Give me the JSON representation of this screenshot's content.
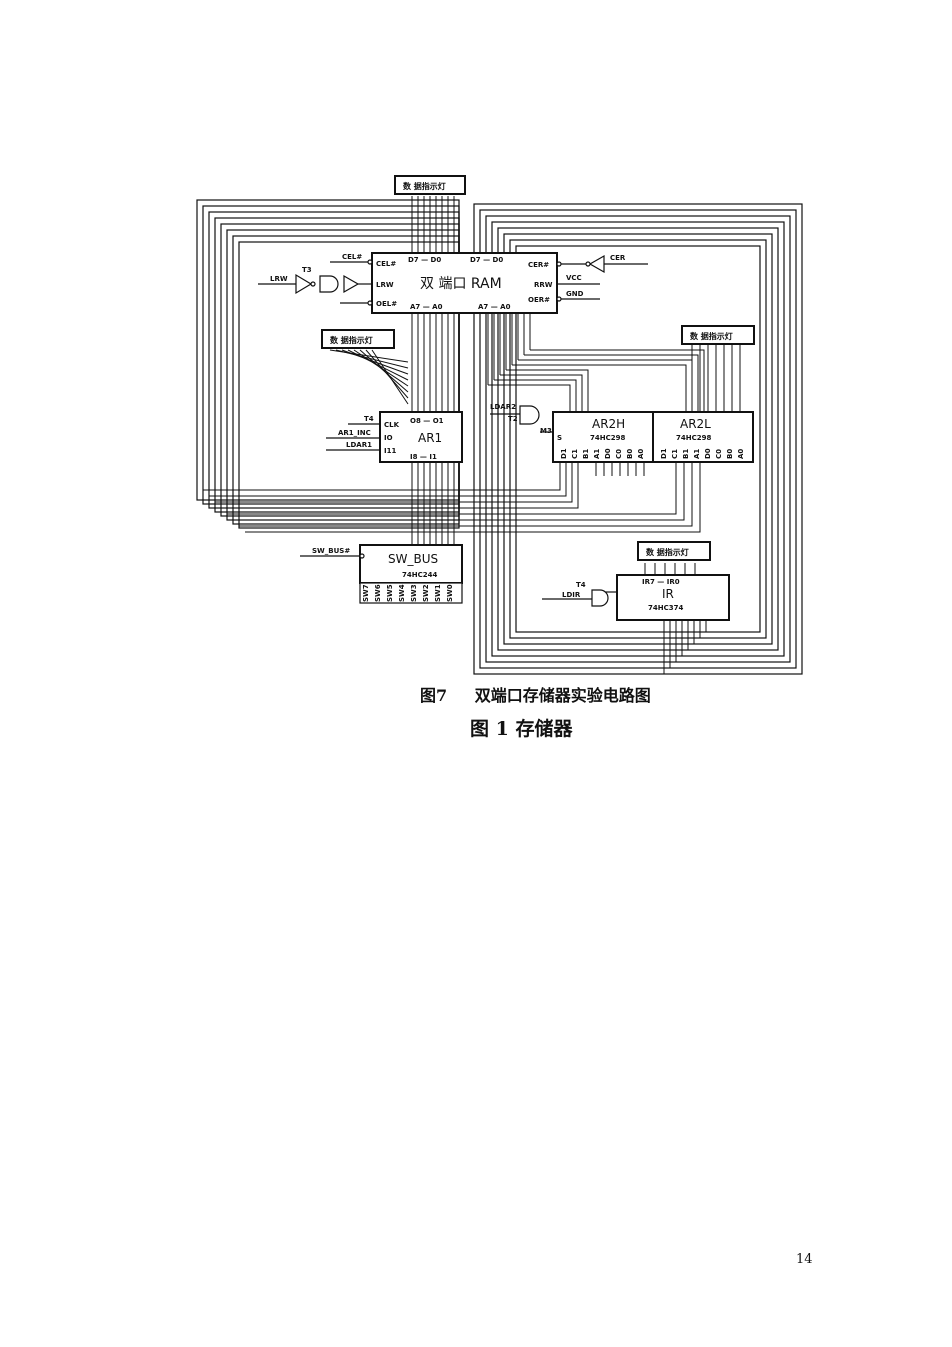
{
  "diagram": {
    "data_lamp_label": "数 据指示灯",
    "ram": {
      "title": "双 端口 RAM",
      "pin_cel": "CEL#",
      "pin_lrw": "LRW",
      "pin_oel": "OEL#",
      "pin_cer": "CER#",
      "pin_rrw": "RRW",
      "pin_oer": "OER#",
      "data_l": "D7 — D0",
      "data_r": "D7 — D0",
      "addr_l": "A7 — A0",
      "addr_r": "A7 — A0"
    },
    "signals": {
      "cel": "CEL#",
      "lrw": "LRW",
      "t3": "T3",
      "cer": "CER",
      "vcc": "VCC",
      "gnd": "GND",
      "t4_ar1": "T4",
      "ar1_inc": "AR1_INC",
      "ldar1": "LDAR1",
      "ldar2": "LDAR2",
      "t2": "T2",
      "m3": "M3",
      "sw_bus_n": "SW_BUS#",
      "t4_ir": "T4",
      "ldir": "LDIR"
    },
    "ar1": {
      "title": "AR1",
      "clk": "CLK",
      "io": "IO",
      "i11": "I11",
      "out": "O8 — O1",
      "in": "I8 — I1"
    },
    "ar2h": {
      "title": "AR2H",
      "chip": "74HC298",
      "s": "S",
      "pins": [
        "D1",
        "C1",
        "B1",
        "A1",
        "D0",
        "C0",
        "B0",
        "A0"
      ]
    },
    "ar2l": {
      "title": "AR2L",
      "chip": "74HC298",
      "pins": [
        "D1",
        "C1",
        "B1",
        "A1",
        "D0",
        "C0",
        "B0",
        "A0"
      ]
    },
    "sw_bus": {
      "title": "SW_BUS",
      "chip": "74HC244",
      "pins": [
        "SW7",
        "SW6",
        "SW5",
        "SW4",
        "SW3",
        "SW2",
        "SW1",
        "SW0"
      ]
    },
    "ir": {
      "title": "IR",
      "chip": "74HC374",
      "pins": "IR7 — IR0"
    },
    "caption_num": "图7",
    "caption_text": "双端口存储器实验电路图"
  },
  "figure_caption": "图 1 存储器",
  "page_number": "14"
}
